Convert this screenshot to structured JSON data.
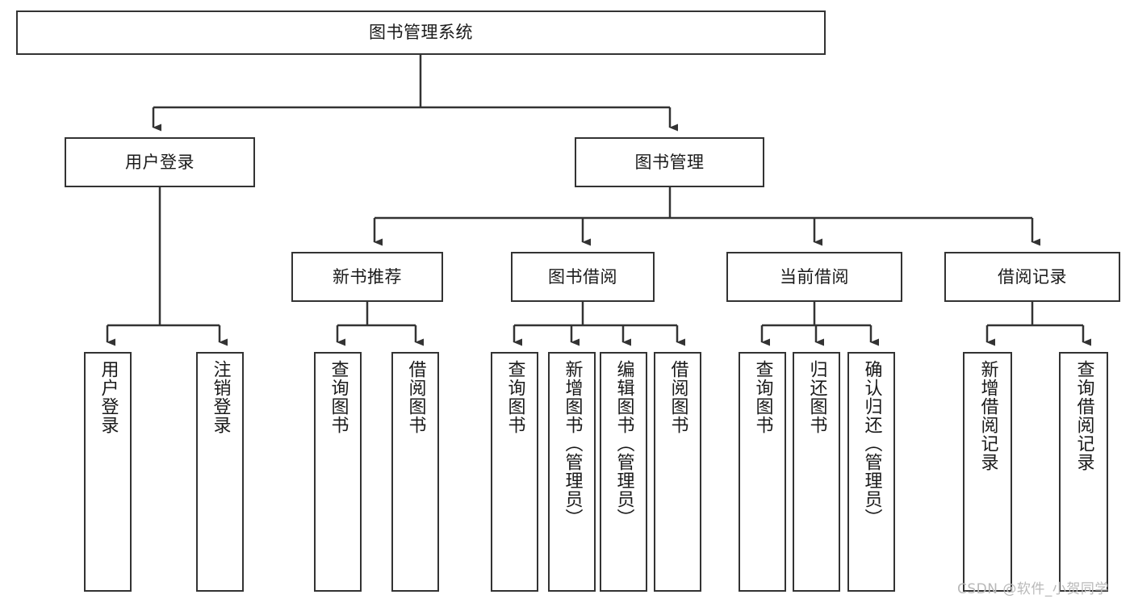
{
  "diagram": {
    "title": "图书管理系统",
    "type": "hierarchy-tree",
    "watermark": "CSDN @软件_小贺同学",
    "colors": {
      "box_border": "#333333",
      "box_fill": "#ffffff",
      "link": "#333333",
      "text": "#1a1a1a",
      "watermark": "#b9b9b9"
    }
  },
  "nodes": {
    "root": {
      "label": "图书管理系统"
    },
    "level2": [
      {
        "label": "用户登录"
      },
      {
        "label": "图书管理"
      }
    ],
    "level3": [
      {
        "label": "新书推荐"
      },
      {
        "label": "图书借阅"
      },
      {
        "label": "当前借阅"
      },
      {
        "label": "借阅记录"
      }
    ],
    "leaves": {
      "user_login": [
        {
          "label": "用户登录"
        },
        {
          "label": "注销登录"
        }
      ],
      "new_book_recommend": [
        {
          "label": "查询图书"
        },
        {
          "label": "借阅图书"
        }
      ],
      "book_borrow": [
        {
          "label": "查询图书"
        },
        {
          "label": "新增图书（管理员）"
        },
        {
          "label": "编辑图书（管理员）"
        },
        {
          "label": "借阅图书"
        }
      ],
      "current_borrow": [
        {
          "label": "查询图书"
        },
        {
          "label": "归还图书"
        },
        {
          "label": "确认归还（管理员）"
        }
      ],
      "borrow_record": [
        {
          "label": "新增借阅记录"
        },
        {
          "label": "查询借阅记录"
        }
      ]
    }
  }
}
